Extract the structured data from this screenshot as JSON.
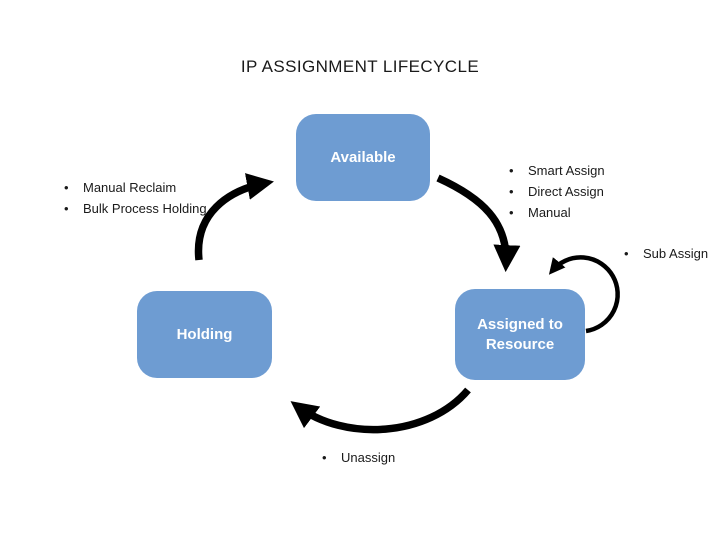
{
  "title": "IP ASSIGNMENT LIFECYCLE",
  "nodes": {
    "available": {
      "label": "Available"
    },
    "assigned_to_resource": {
      "label": "Assigned to Resource"
    },
    "holding": {
      "label": "Holding"
    }
  },
  "labels": {
    "assign_methods": {
      "items": [
        "Smart Assign",
        "Direct Assign",
        "Manual"
      ]
    },
    "sub_assign": {
      "items": [
        "Sub Assign"
      ]
    },
    "reclaim": {
      "items": [
        "Manual Reclaim",
        "Bulk Process Holding"
      ]
    },
    "unassign": {
      "items": [
        "Unassign"
      ]
    }
  },
  "colors": {
    "node_fill": "#6E9CD2",
    "node_text": "#FFFFFF",
    "arrow": "#000000",
    "background": "#FFFFFF"
  }
}
